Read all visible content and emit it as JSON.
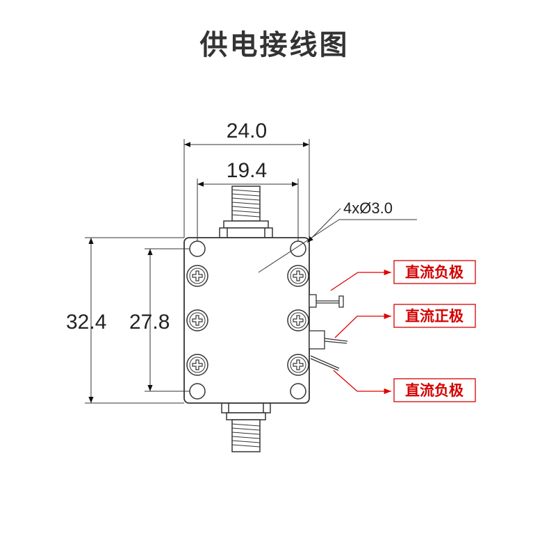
{
  "title": "供电接线图",
  "dimensions": {
    "overall_width": "24.0",
    "hole_spacing_width": "19.4",
    "overall_height": "32.4",
    "hole_spacing_height": "27.8",
    "hole_callout": "4xØ3.0"
  },
  "labels": {
    "dc_negative_top": "直流负极",
    "dc_positive": "直流正极",
    "dc_negative_bottom": "直流负极"
  },
  "colors": {
    "label_red": "#d40000",
    "line": "#333333",
    "title": "#333333"
  }
}
